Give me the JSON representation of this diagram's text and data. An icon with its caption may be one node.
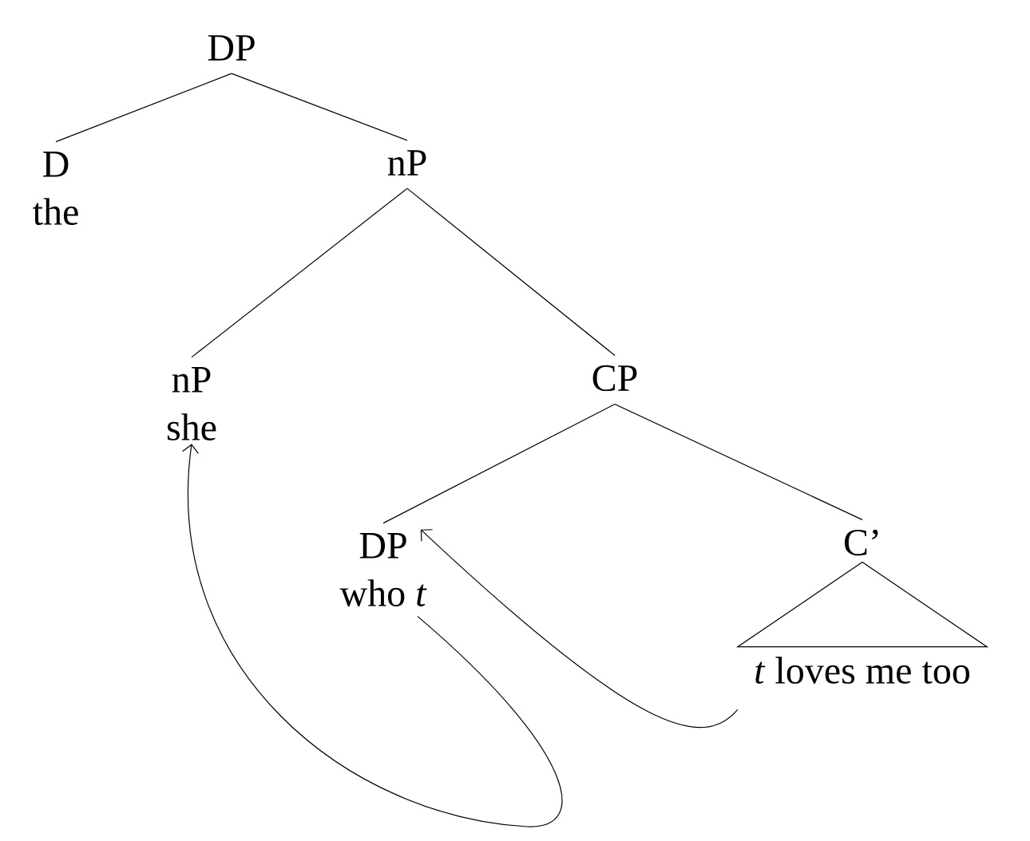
{
  "diagram": {
    "nodes": [
      {
        "text": [
          "DP"
        ]
      },
      {
        "text": [
          "D",
          "the"
        ]
      },
      {
        "text": [
          "nP"
        ]
      },
      {
        "text": [
          "nP",
          "she"
        ]
      },
      {
        "text": [
          "CP"
        ]
      },
      {
        "text": [
          "DP",
          "who *t*"
        ]
      },
      {
        "text": [
          "C’"
        ]
      },
      {
        "text": [
          "*t* loves me too"
        ]
      }
    ],
    "edges": [
      {
        "from": 0,
        "to": 1,
        "arrow": "none"
      },
      {
        "from": 0,
        "to": 2,
        "arrow": "none"
      },
      {
        "from": 2,
        "to": 3,
        "arrow": "none"
      },
      {
        "from": 2,
        "to": 4,
        "arrow": "none"
      },
      {
        "from": 4,
        "to": 5,
        "arrow": "none"
      },
      {
        "from": 4,
        "to": 6,
        "arrow": "none"
      },
      {
        "from": 6,
        "to": 7,
        "arrow": "none"
      },
      {
        "from": 7,
        "to": 5,
        "arrow": "to"
      },
      {
        "from": 5,
        "to": 3,
        "arrow": "to"
      }
    ]
  }
}
